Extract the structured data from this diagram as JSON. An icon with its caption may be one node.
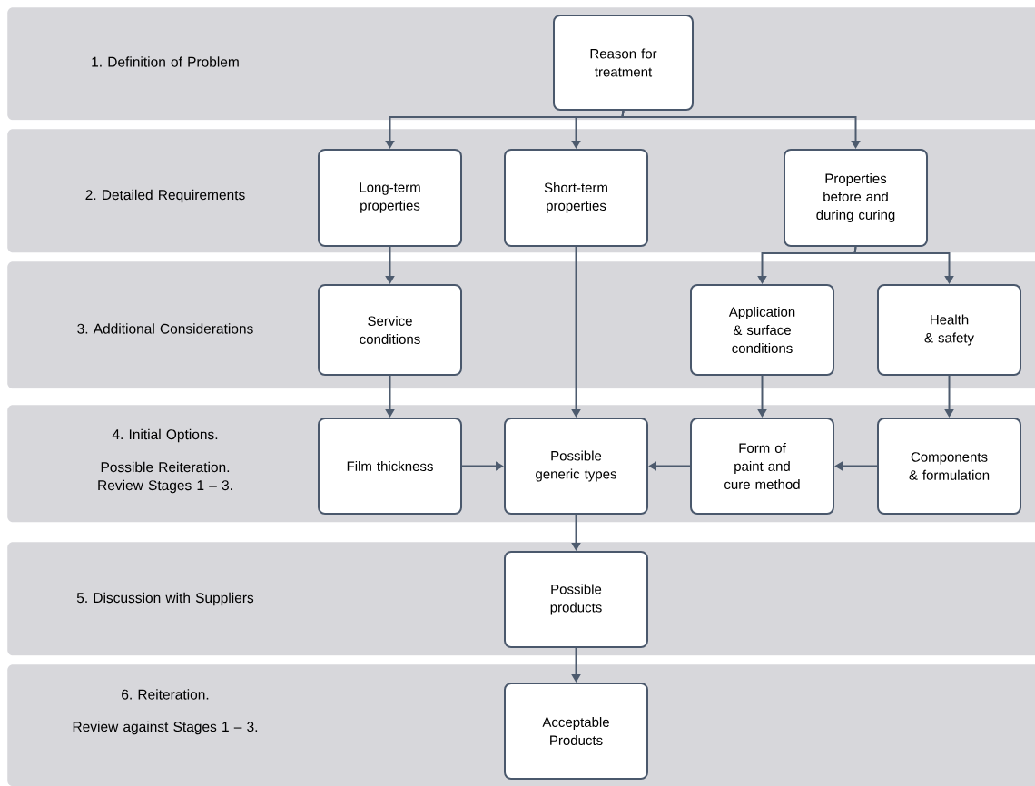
{
  "diagram": {
    "nodes": [
      {
        "text": [
          "1. Definition of Problem"
        ]
      },
      {
        "text": [
          "Reason for treatment"
        ],
        "in": 0
      },
      {
        "text": [
          "2. Detailed Requirements"
        ]
      },
      {
        "text": [
          "Long-term properties"
        ],
        "in": 2
      },
      {
        "text": [
          "Short-term properties"
        ],
        "in": 2
      },
      {
        "text": [
          "Properties before and during curing"
        ],
        "in": 2
      },
      {
        "text": [
          "3. Additional Considerations"
        ]
      },
      {
        "text": [
          "Service conditions"
        ],
        "in": 6
      },
      {
        "text": [
          "Application & surface conditions"
        ],
        "in": 6
      },
      {
        "text": [
          "Health & safety"
        ],
        "in": 6
      },
      {
        "text": [
          "4. Initial Options.",
          "Possible Reiteration. Review Stages 1 – 3."
        ]
      },
      {
        "text": [
          "Film thickness"
        ],
        "in": 10
      },
      {
        "text": [
          "Possible generic types"
        ],
        "in": 10
      },
      {
        "text": [
          "Form of paint and cure method"
        ],
        "in": 10
      },
      {
        "text": [
          "Components & formulation"
        ],
        "in": 10
      },
      {
        "text": [
          "5. Discussion with Suppliers"
        ]
      },
      {
        "text": [
          "Possible products"
        ],
        "in": 15
      },
      {
        "text": [
          "6. Reiteration.",
          "Review against Stages 1 – 3."
        ]
      },
      {
        "text": [
          "Acceptable Products"
        ],
        "in": 17
      }
    ],
    "edges": [
      {
        "from": 1,
        "to": 3,
        "arrow": "to"
      },
      {
        "from": 1,
        "to": 4,
        "arrow": "to"
      },
      {
        "from": 1,
        "to": 5,
        "arrow": "to"
      },
      {
        "from": 3,
        "to": 7,
        "arrow": "to"
      },
      {
        "from": 4,
        "to": 12,
        "arrow": "to"
      },
      {
        "from": 5,
        "to": 8,
        "arrow": "to"
      },
      {
        "from": 5,
        "to": 9,
        "arrow": "to"
      },
      {
        "from": 7,
        "to": 11,
        "arrow": "to"
      },
      {
        "from": 8,
        "to": 13,
        "arrow": "to"
      },
      {
        "from": 9,
        "to": 14,
        "arrow": "to"
      },
      {
        "from": 11,
        "to": 12,
        "arrow": "to"
      },
      {
        "from": 13,
        "to": 12,
        "arrow": "to"
      },
      {
        "from": 14,
        "to": 13,
        "arrow": "to"
      },
      {
        "from": 12,
        "to": 16,
        "arrow": "to"
      },
      {
        "from": 16,
        "to": 18,
        "arrow": "to"
      }
    ]
  }
}
